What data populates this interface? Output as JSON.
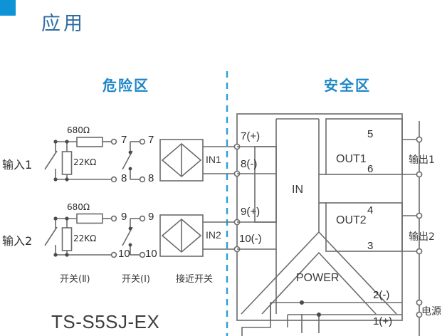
{
  "header": {
    "bullet_icon": "blue-square-icon",
    "title": "应用",
    "accent_color": "#0d93d6",
    "title_color": "#2e6ca4"
  },
  "zones": {
    "hazardous": "危险区",
    "safe": "安全区",
    "divider": "dashed-blue-line",
    "divider_color": "#2e9fd6",
    "label_color": "#1c86c8"
  },
  "inputs": [
    {
      "label": "输入1",
      "series_resistor": "680Ω",
      "shunt_resistor": "22KΩ",
      "terminal_top": "7",
      "terminal_bottom": "8",
      "switch2_terminal_top": "7",
      "switch2_terminal_bottom": "8",
      "sensor_label": "IN1"
    },
    {
      "label": "输入2",
      "series_resistor": "680Ω",
      "shunt_resistor": "22KΩ",
      "terminal_top": "9",
      "terminal_bottom": "10",
      "switch2_terminal_top": "9",
      "switch2_terminal_bottom": "10",
      "sensor_label": "IN2"
    }
  ],
  "bottom_labels": {
    "switch_two": "开关(Ⅱ)",
    "switch_one": "开关(Ⅰ)",
    "proximity": "接近开关"
  },
  "device": {
    "model": "TS-S5SJ-EX",
    "in_block": "IN",
    "out_blocks": [
      "OUT1",
      "OUT2"
    ],
    "power_block": "POWER",
    "input_terminals": [
      "7(+)",
      "8(-)",
      "9(+)",
      "10(-)"
    ],
    "output_terminals": [
      "5",
      "6",
      "4",
      "3"
    ],
    "power_terminals": [
      "2(-)",
      "1(+)"
    ]
  },
  "right_labels": {
    "output1": "输出1",
    "output2": "输出2",
    "power": "电源"
  },
  "colors": {
    "wire": "#6b6b6b",
    "device_outline": "#7a7a7a",
    "text": "#2b2b2b"
  }
}
